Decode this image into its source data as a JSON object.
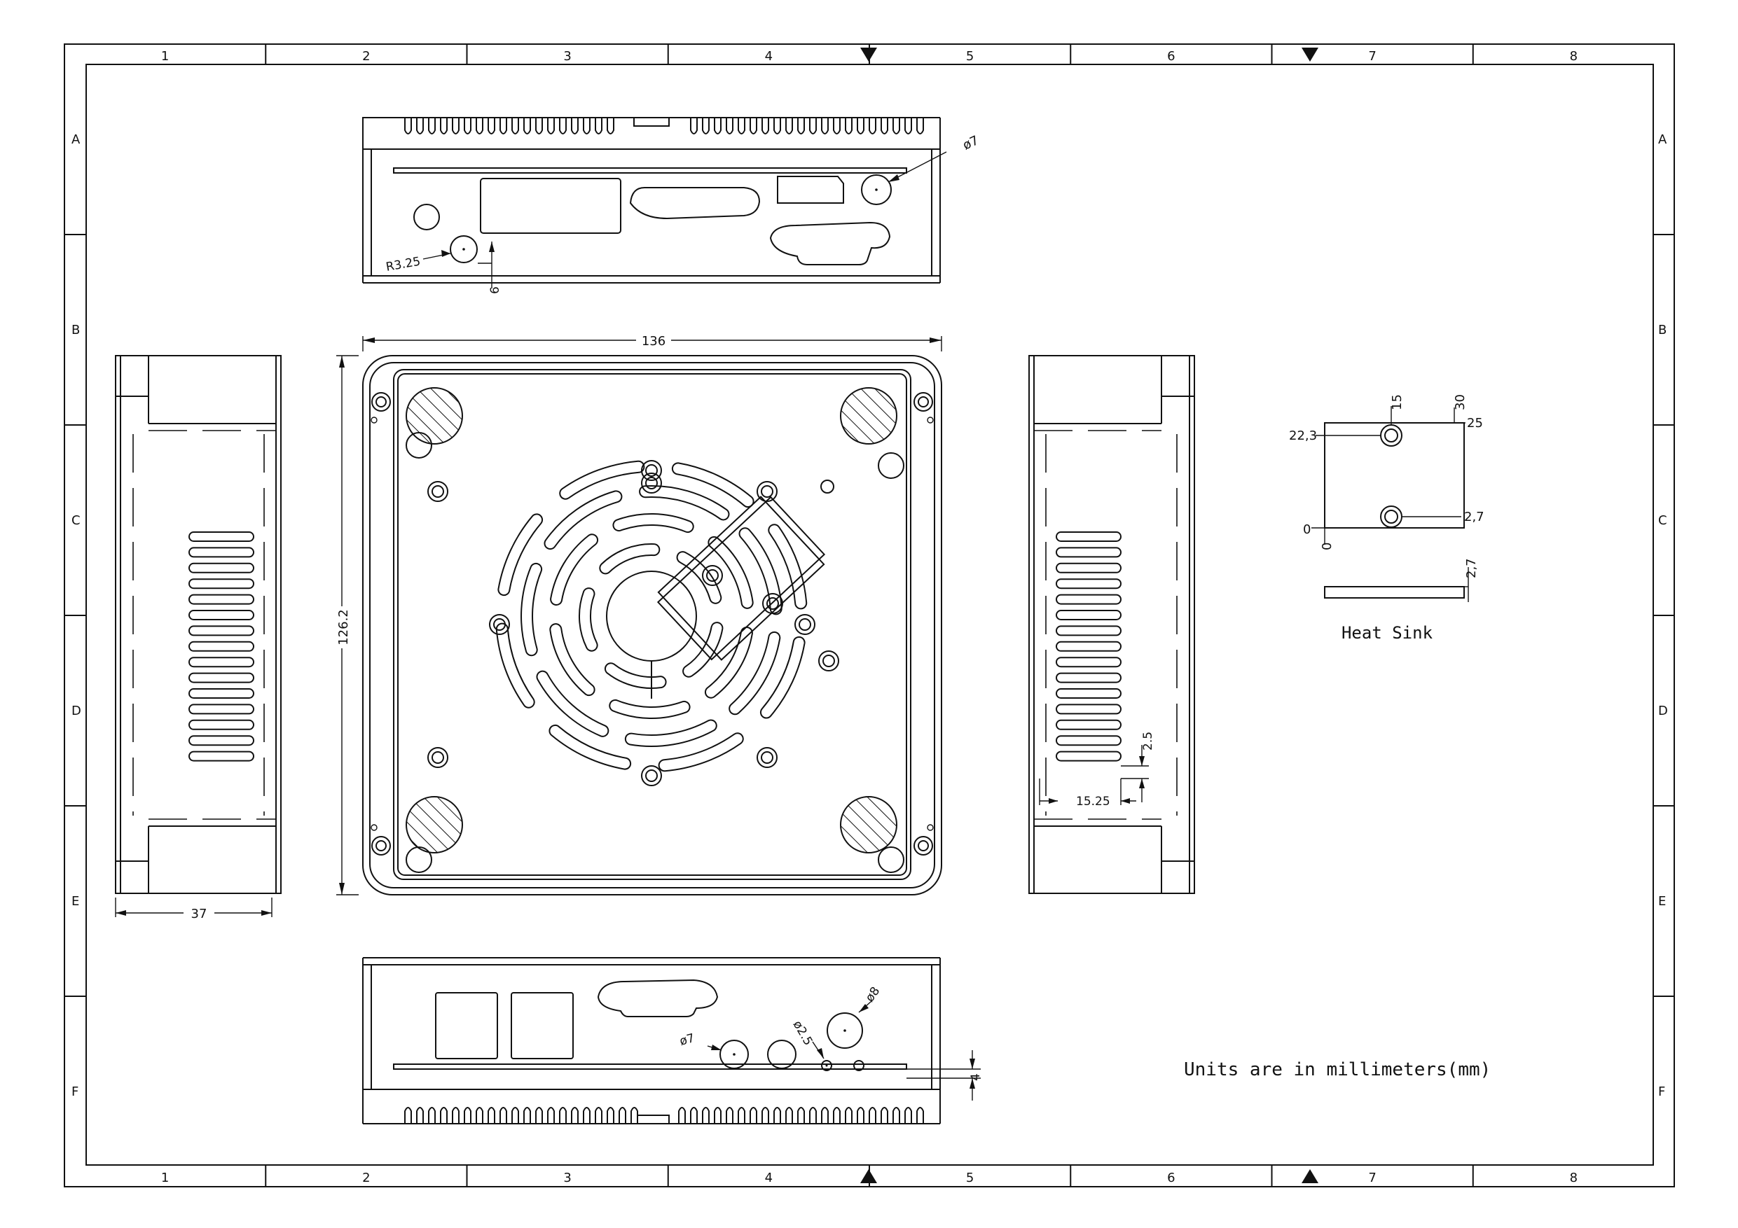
{
  "border": {
    "columns": [
      "1",
      "2",
      "3",
      "4",
      "5",
      "6",
      "7",
      "8"
    ],
    "rows": [
      "A",
      "B",
      "C",
      "D",
      "E",
      "F"
    ]
  },
  "dimensions": {
    "top_hole": "ø7",
    "top_radius": "R3.25",
    "top_offset": "6",
    "width": "136",
    "height": "126.2",
    "depth": "37",
    "slot_spacing": "2.5",
    "slot_offset": "15.25",
    "bottom_hole_left": "ø7",
    "bottom_hole_small": "ø2.5",
    "bottom_hole_right": "ø8",
    "bottom_offset": "4"
  },
  "heat_sink": {
    "label": "Heat Sink",
    "dim_15": "15",
    "dim_30": "30",
    "dim_22_3": "22,3",
    "dim_25": "25",
    "dim_0_left": "0",
    "dim_0_bottom": "0",
    "dim_2_7_right": "2,7",
    "dim_2_7_thickness": "2,7"
  },
  "note": "Units are in millimeters(mm)"
}
